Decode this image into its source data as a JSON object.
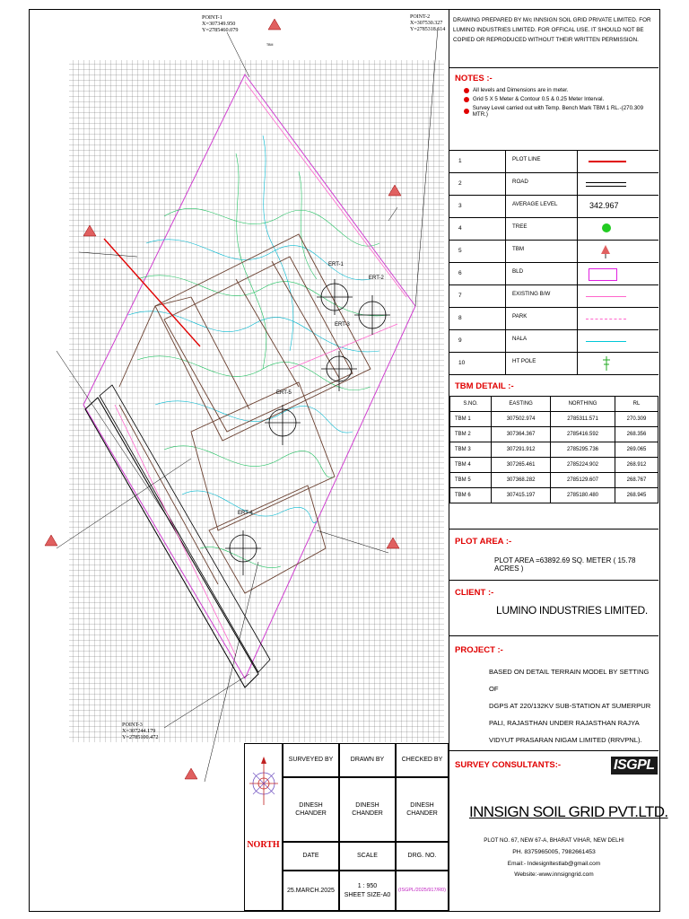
{
  "header": {
    "notice": "DRAWING PREPARED BY M/c INNSIGN SOIL GRID PRIVATE LIMITED. FOR LUMINO INDUSTRIES LIMITED. FOR OFFICAL USE. IT SHOULD NOT BE COPIED OR REPRODUCED WITHOUT THEIR WRITTEN PERMISSION."
  },
  "notes": {
    "title": "NOTES :-",
    "items": [
      "All levels and Dimensions are in meter.",
      "Grid 5 X 5 Meter & Contour 0.5 & 0.25 Meter Interval.",
      "Survey Level carried out with Temp. Bench Mark TBM 1 RL.-(270.309 MTR.)"
    ]
  },
  "legend": [
    {
      "no": "1",
      "label": "PLOT LINE",
      "symbol": "red-line"
    },
    {
      "no": "2",
      "label": "ROAD",
      "symbol": "black-double-line"
    },
    {
      "no": "3",
      "label": "AVERAGE LEVEL",
      "value": "342.967"
    },
    {
      "no": "4",
      "label": "TREE",
      "symbol": "tree-icon"
    },
    {
      "no": "5",
      "label": "TBM",
      "symbol": "tbm-icon"
    },
    {
      "no": "6",
      "label": "BLD",
      "symbol": "magenta-rect"
    },
    {
      "no": "7",
      "label": "EXISTING B/W",
      "symbol": "pink-line"
    },
    {
      "no": "8",
      "label": "PARK",
      "symbol": "pink-dash-line"
    },
    {
      "no": "9",
      "label": "NALA",
      "symbol": "cyan-line"
    },
    {
      "no": "10",
      "label": "HT POLE",
      "symbol": "ht-pole-icon"
    }
  ],
  "tbm_detail": {
    "title": "TBM DETAIL :-",
    "headers": [
      "S.NO.",
      "EASTING",
      "NORTHING",
      "RL"
    ],
    "rows": [
      [
        "TBM 1",
        "307502.974",
        "2785311.571",
        "270.309"
      ],
      [
        "TBM 2",
        "307364.367",
        "2785416.592",
        "268.356"
      ],
      [
        "TBM 3",
        "307291.912",
        "2785295.736",
        "269.065"
      ],
      [
        "TBM 4",
        "307265.461",
        "2785224.902",
        "268.912"
      ],
      [
        "TBM 5",
        "307368.282",
        "2785129.607",
        "268.767"
      ],
      [
        "TBM 6",
        "307415.197",
        "2785180.480",
        "268.945"
      ]
    ]
  },
  "plot_area": {
    "title": "PLOT AREA :-",
    "text": "PLOT AREA =63892.69 SQ. METER ( 15.78 ACRES )"
  },
  "client": {
    "title": "CLIENT :-",
    "name": "LUMINO INDUSTRIES LIMITED."
  },
  "project": {
    "title": "PROJECT :-",
    "lines": [
      "BASED ON DETAIL TERRAIN  MODEL  BY SETTING OF",
      "DGPS AT 220/132KV SUB-STATION AT SUMERPUR",
      "PALI, RAJASTHAN UNDER RAJASTHAN RAJYA",
      "VIDYUT PRASARAN NIGAM LIMITED (RRVPNL)."
    ]
  },
  "consultant": {
    "title": "SURVEY CONSULTANTS:-",
    "logo": "ISGPL",
    "name": "INNSIGN SOIL GRID PVT.LTD.",
    "address": "PLOT NO. 67, NEW 67-A, BHARAT VIHAR, NEW DELHI",
    "phone": "PH. 8375965005, 7982661453",
    "email": "Email:- Indesignltestlab@gmail.com",
    "website": "Website:-www.innsigngrid.com"
  },
  "title_block": {
    "north_label": "NORTH",
    "surveyed_by_label": "SURVEYED BY",
    "drawn_by_label": "DRAWN BY",
    "checked_by_label": "CHECKED BY",
    "surveyed_by": "DINESH CHANDER",
    "drawn_by": "DINESH CHANDER",
    "checked_by": "DINESH CHANDER",
    "date_label": "DATE",
    "scale_label": "SCALE",
    "drg_label": "DRG. NO.",
    "date": "25.MARCH.2025",
    "scale": "1 : 950",
    "sheet_size": "SHEET SIZE-A0",
    "drg_no": "(ISGPL/2025/917/R0)"
  },
  "points": [
    {
      "name": "POINT-1",
      "x": "X=307349.950",
      "y": "Y=2785460.079"
    },
    {
      "name": "POINT-2",
      "x": "X=307530.327",
      "y": "Y=2785318.614"
    },
    {
      "name": "POINT-3",
      "x": "X=307244.179",
      "y": "Y=2785100.472"
    }
  ],
  "ert_labels": [
    "ERT-1",
    "ERT-2",
    "ERT-3",
    "ERT-5",
    "ERT-4"
  ],
  "colors": {
    "plot_line": "#e00000",
    "road": "#000000",
    "tree": "#22cc22",
    "building": "#e020e0",
    "existing_bw": "#ff66cc",
    "nala": "#00c8d8",
    "title_red": "#e00000",
    "grid": "#555555"
  }
}
